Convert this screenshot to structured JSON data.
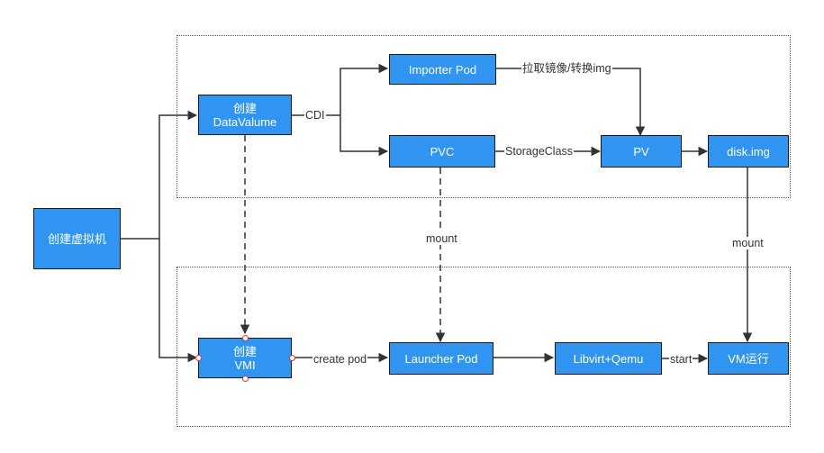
{
  "nodes": {
    "create_vm": "创建虚拟机",
    "create_datavolume": [
      "创建",
      "DataValume"
    ],
    "importer_pod": "Importer Pod",
    "pvc": "PVC",
    "pv": "PV",
    "disk_img": "disk.img",
    "create_vmi": [
      "创建",
      "VMI"
    ],
    "launcher_pod": "Launcher Pod",
    "libvirt_qemu": "Libvirt+Qemu",
    "vm_running": "VM运行"
  },
  "edge_labels": {
    "cdi": "CDI",
    "pull_image": "拉取镜像/转换img",
    "storage_class": "StorageClass",
    "mount_pvc": "mount",
    "mount_disk": "mount",
    "create_pod": "create pod",
    "start": "start"
  }
}
